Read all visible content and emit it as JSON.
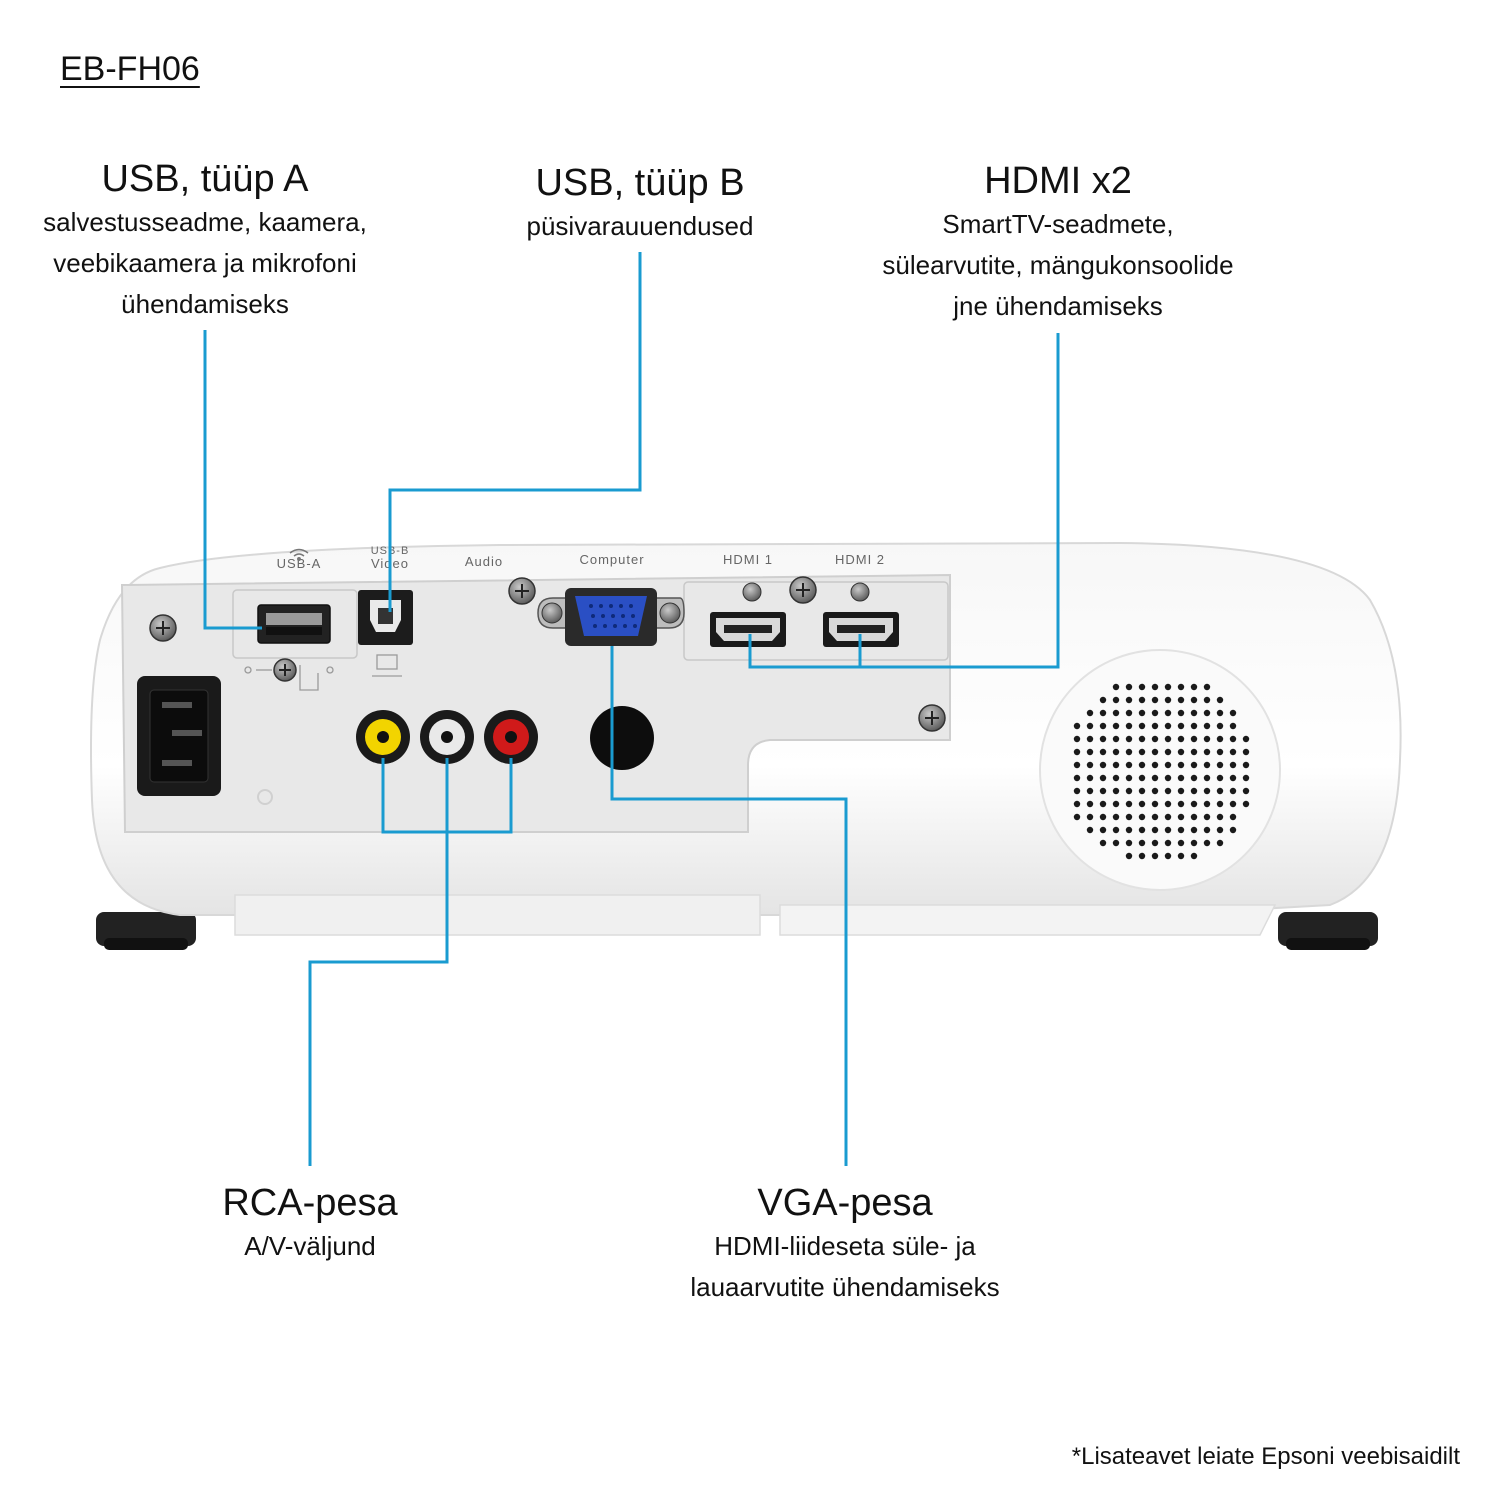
{
  "model": "EB-FH06",
  "callouts": {
    "usb_a": {
      "title": "USB, tüüp A",
      "lines": [
        "salvestusseadme, kaamera,",
        "veebikaamera ja mikrofoni",
        "ühendamiseks"
      ]
    },
    "usb_b": {
      "title": "USB, tüüp B",
      "lines": [
        "püsivarauuendused"
      ]
    },
    "hdmi": {
      "title": "HDMI x2",
      "lines": [
        "SmartTV-seadmete,",
        "sülearvutite, mängukonsoolide",
        "jne ühendamiseks"
      ]
    },
    "rca": {
      "title": "RCA-pesa",
      "lines": [
        "A/V-väljund"
      ]
    },
    "vga": {
      "title": "VGA-pesa",
      "lines": [
        "HDMI-liideseta süle- ja",
        "lauaarvutite ühendamiseks"
      ]
    }
  },
  "panel_labels": {
    "usb_a": "USB-A",
    "usb_b_top": "USB-B",
    "usb_b_bottom": "Video",
    "audio": "Audio",
    "computer": "Computer",
    "hdmi1": "HDMI 1",
    "hdmi2": "HDMI 2"
  },
  "footnote": "*Lisateavet leiate Epsoni veebisaidilt",
  "colors": {
    "callout_line": "#1a9bd0",
    "rca_video": "#f2d400",
    "rca_audio_left": "#e9e9e9",
    "rca_audio_right": "#d01a1a",
    "vga_port": "#2a4fc4"
  }
}
